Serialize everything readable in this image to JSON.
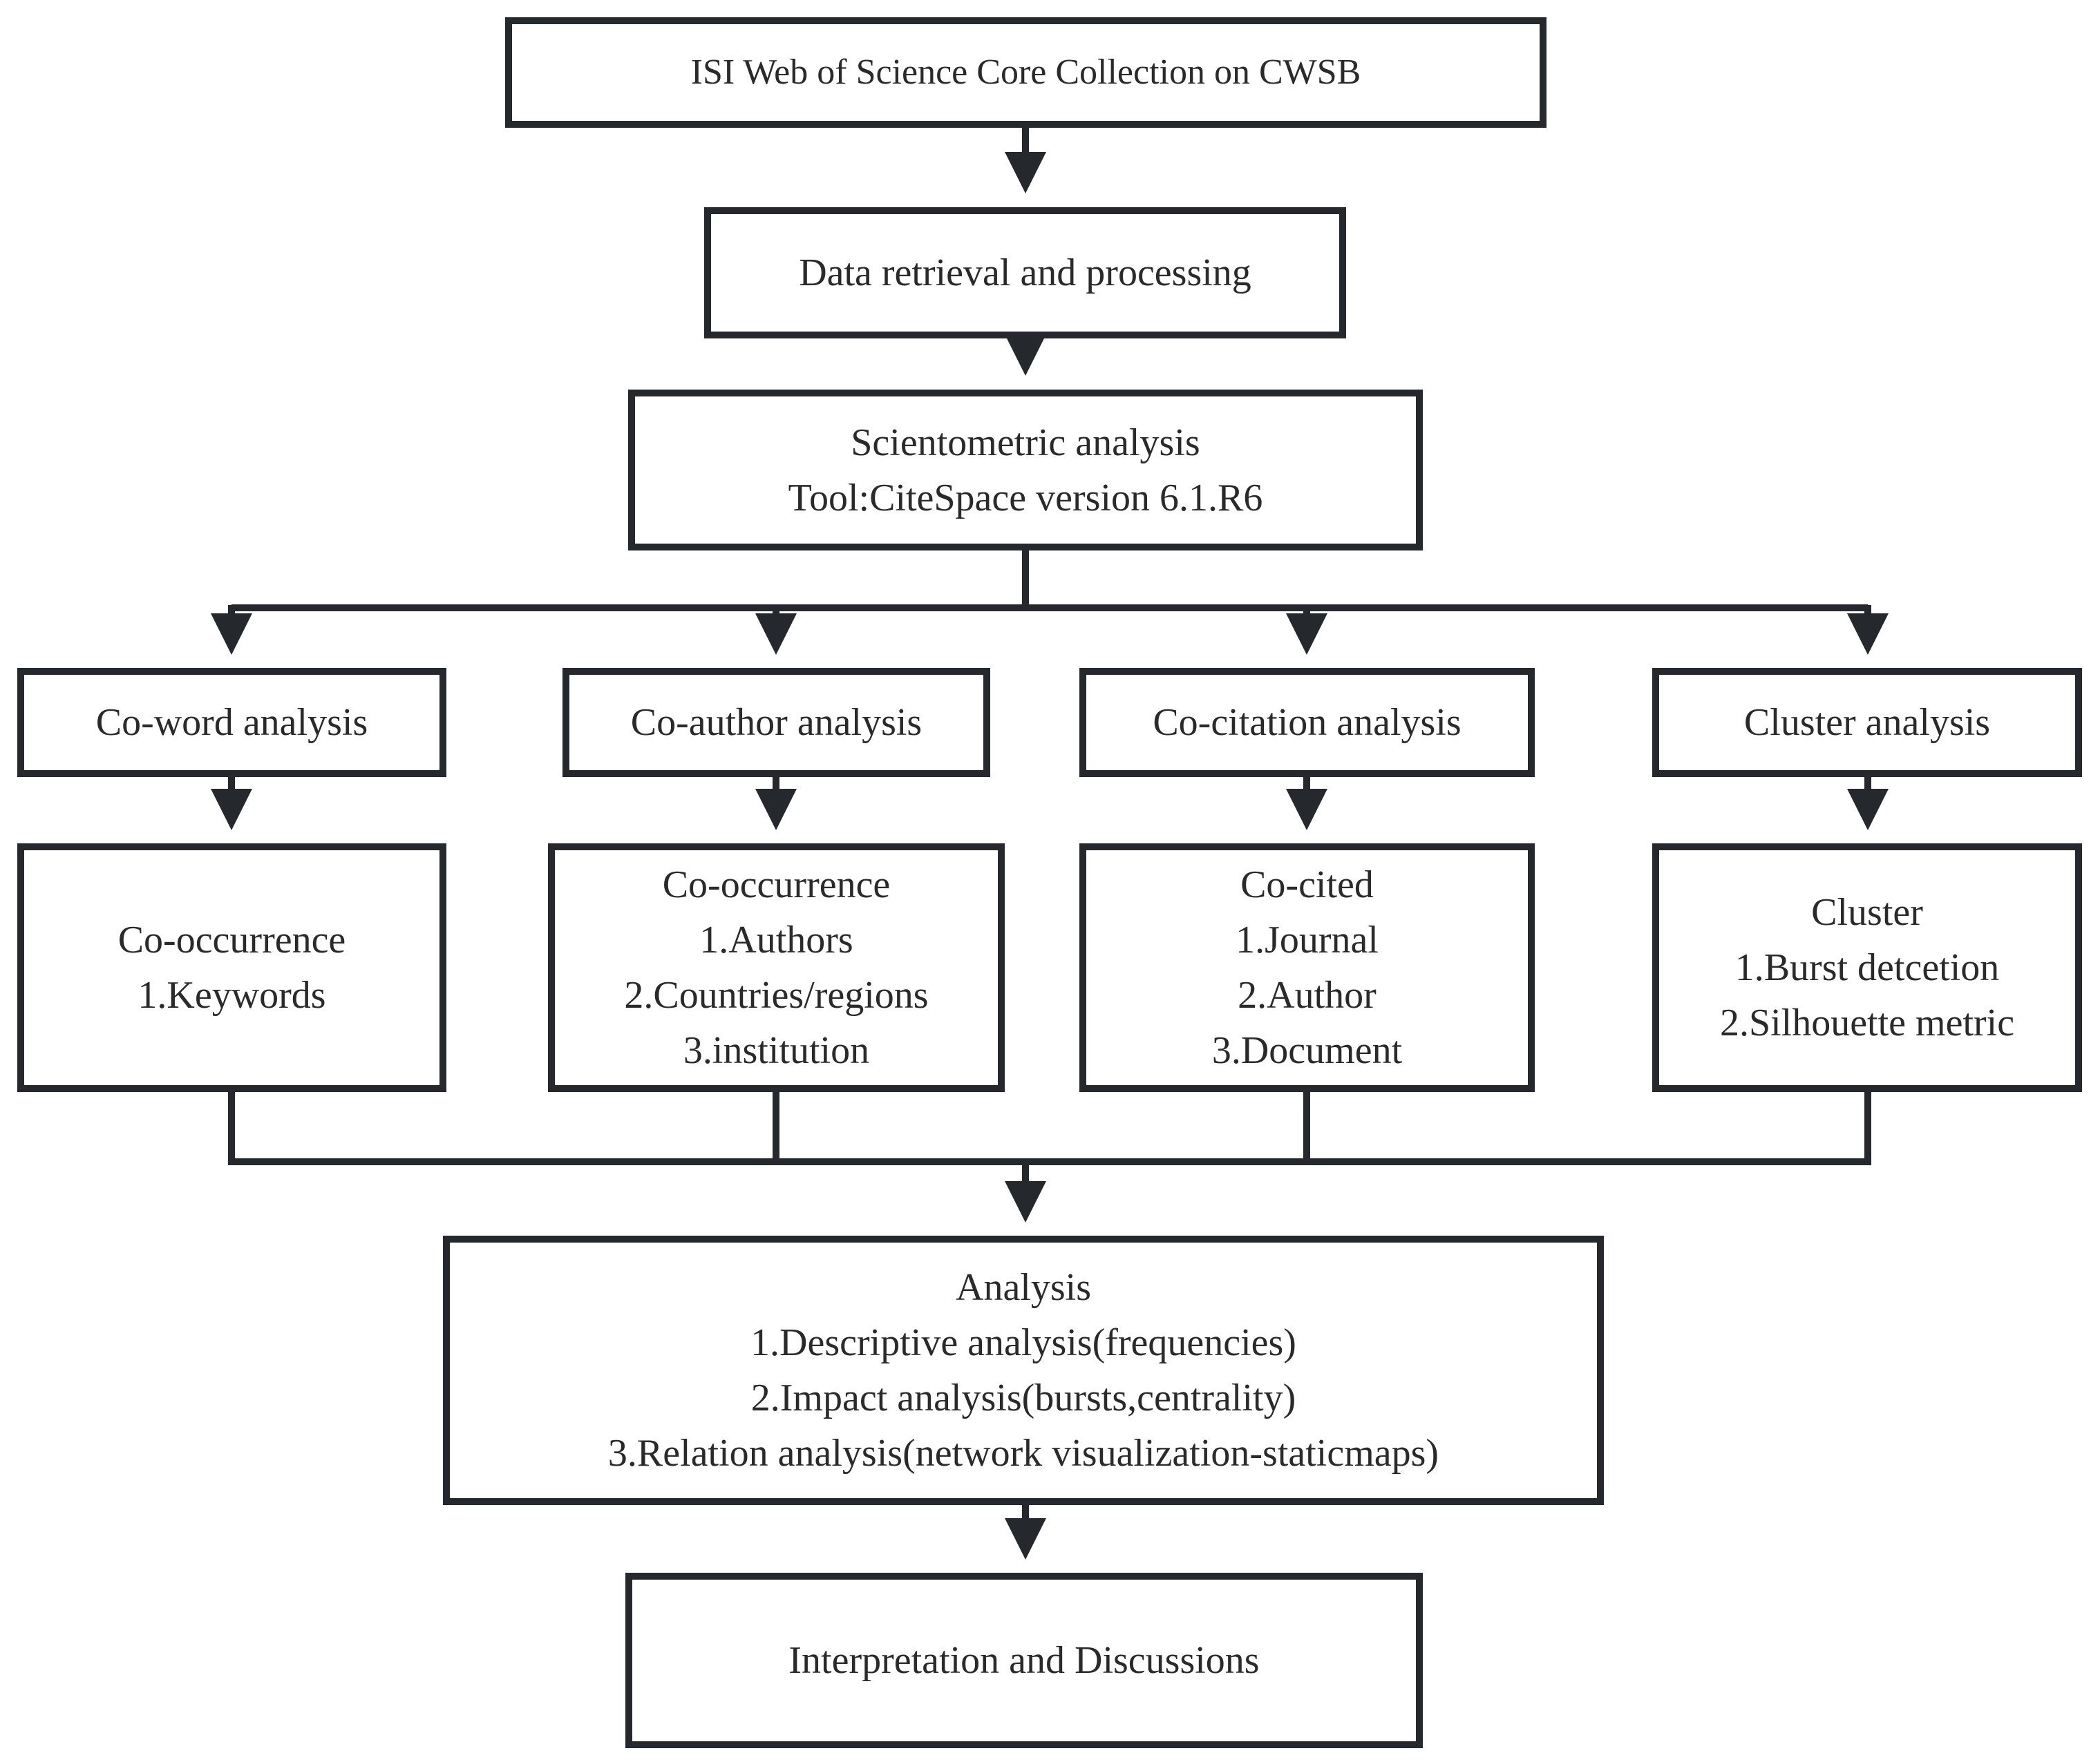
{
  "colors": {
    "line": "#25282c",
    "text": "#2a2a2a",
    "background": "#ffffff"
  },
  "nodes": {
    "source": {
      "lines": [
        "ISI Web of Science Core Collection on CWSB"
      ]
    },
    "retrieval": {
      "lines": [
        "Data retrieval and processing"
      ]
    },
    "scientometric": {
      "lines": [
        "Scientometric analysis",
        "Tool:CiteSpace version 6.1.R6"
      ]
    },
    "coword": {
      "lines": [
        "Co-word analysis"
      ]
    },
    "coauthor": {
      "lines": [
        "Co-author analysis"
      ]
    },
    "cocitation": {
      "lines": [
        "Co-citation analysis"
      ]
    },
    "cluster": {
      "lines": [
        "Cluster analysis"
      ]
    },
    "coword_detail": {
      "lines": [
        "Co-occurrence",
        "1.Keywords"
      ]
    },
    "coauthor_detail": {
      "lines": [
        "Co-occurrence",
        "1.Authors",
        "2.Countries/regions",
        "3.institution"
      ]
    },
    "cocitation_detail": {
      "lines": [
        "Co-cited",
        "1.Journal",
        "2.Author",
        "3.Document"
      ]
    },
    "cluster_detail": {
      "lines": [
        "Cluster",
        "1.Burst detcetion",
        "2.Silhouette metric"
      ]
    },
    "analysis": {
      "lines": [
        "Analysis",
        "1.Descriptive analysis(frequencies)",
        "2.Impact analysis(bursts,centrality)",
        "3.Relation analysis(network visualization-staticmaps)"
      ]
    },
    "interpretation": {
      "lines": [
        "Interpretation and Discussions"
      ]
    }
  }
}
